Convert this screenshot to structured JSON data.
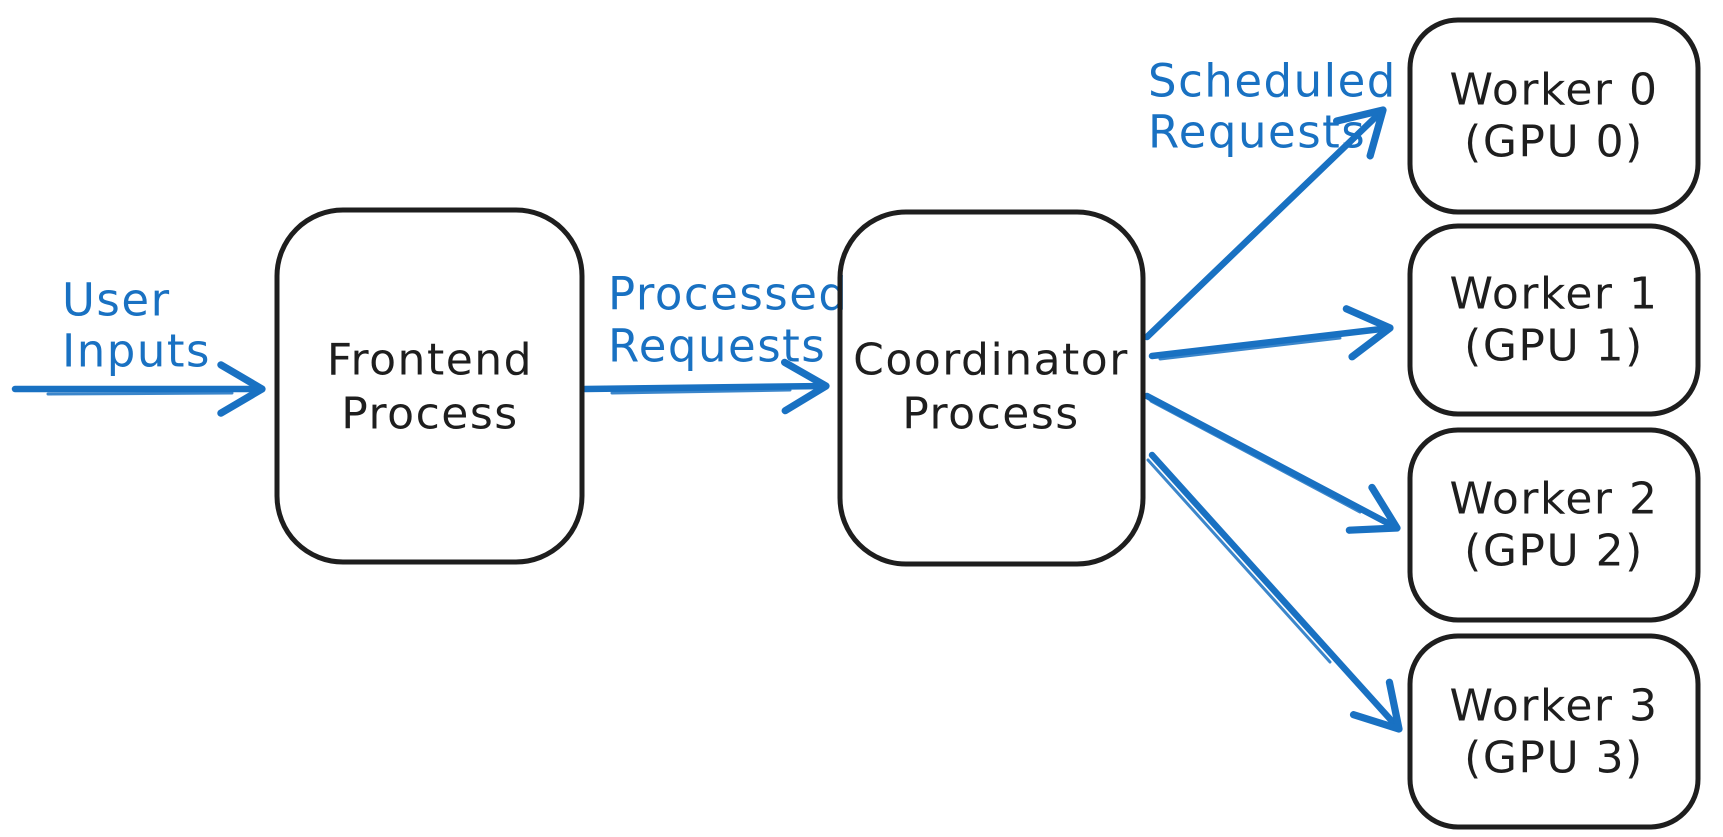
{
  "colors": {
    "accent": "#1971c2",
    "ink": "#1e1e1e",
    "background": "#ffffff"
  },
  "diagram": {
    "labels": {
      "user_inputs": {
        "line1": "User",
        "line2": "Inputs"
      },
      "processed_requests": {
        "line1": "Processed",
        "line2": "Requests"
      },
      "scheduled_requests": {
        "line1": "Scheduled",
        "line2": "Requests"
      }
    },
    "nodes": {
      "frontend": {
        "line1": "Frontend",
        "line2": "Process"
      },
      "coordinator": {
        "line1": "Coordinator",
        "line2": "Process"
      },
      "workers": [
        {
          "line1": "Worker 0",
          "line2": "(GPU 0)"
        },
        {
          "line1": "Worker 1",
          "line2": "(GPU 1)"
        },
        {
          "line1": "Worker 2",
          "line2": "(GPU 2)"
        },
        {
          "line1": "Worker 3",
          "line2": "(GPU 3)"
        }
      ]
    },
    "edges": [
      {
        "from": "user",
        "to": "frontend-process",
        "label": "User Inputs"
      },
      {
        "from": "frontend-process",
        "to": "coordinator-process",
        "label": "Processed Requests"
      },
      {
        "from": "coordinator-process",
        "to": "worker-0",
        "label": "Scheduled Requests"
      },
      {
        "from": "coordinator-process",
        "to": "worker-1",
        "label": "Scheduled Requests"
      },
      {
        "from": "coordinator-process",
        "to": "worker-2",
        "label": "Scheduled Requests"
      },
      {
        "from": "coordinator-process",
        "to": "worker-3",
        "label": "Scheduled Requests"
      }
    ]
  }
}
